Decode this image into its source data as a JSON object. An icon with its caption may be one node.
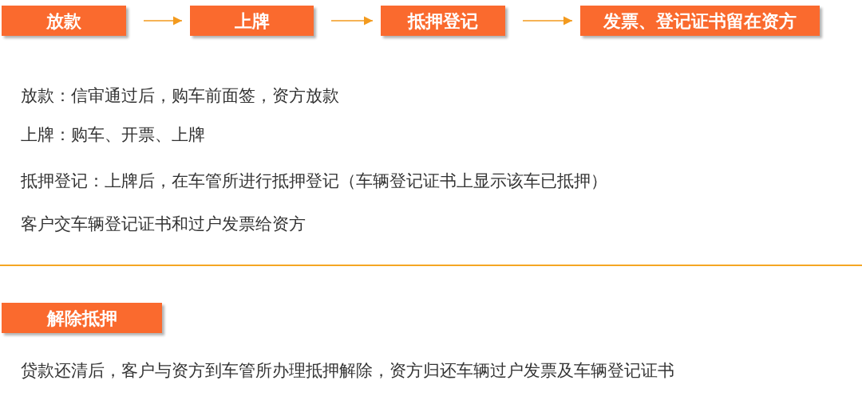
{
  "diagram": {
    "nodes": [
      {
        "text": [
          "放款"
        ]
      },
      {
        "text": [
          "上牌"
        ]
      },
      {
        "text": [
          "抵押登记"
        ]
      },
      {
        "text": [
          "发票、登记证书留在资方"
        ]
      },
      {
        "text": [
          "解除抵押"
        ]
      }
    ],
    "edges": [
      {
        "from": 0,
        "to": 1,
        "arrow": "to"
      },
      {
        "from": 1,
        "to": 2,
        "arrow": "to"
      },
      {
        "from": 2,
        "to": 3,
        "arrow": "to"
      }
    ],
    "labels": [
      "放款：信审通过后，购车前面签，资方放款",
      "上牌：购车、开票、上牌",
      "抵押登记：上牌后，在车管所进行抵押登记（车辆登记证书上显示该车已抵押）",
      "客户交车辆登记证书和过户发票给资方",
      "贷款还清后，客户与资方到车管所办理抵押解除，资方归还车辆过户发票及车辆登记证书"
    ]
  }
}
